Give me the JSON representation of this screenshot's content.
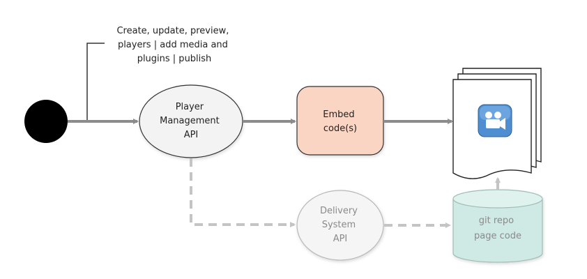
{
  "annotation": {
    "lines": [
      "Create, update, preview,",
      "players | add media and",
      "plugins | publish"
    ]
  },
  "nodes": {
    "player_management_api": {
      "lines": [
        "Player",
        "Management",
        "API"
      ]
    },
    "embed_codes": {
      "lines": [
        "Embed",
        "code(s)"
      ],
      "fill": "#fbd5c3"
    },
    "delivery_system_api": {
      "lines": [
        "Delivery",
        "System",
        "API"
      ]
    },
    "git_repo": {
      "lines": [
        "git repo",
        "page code"
      ],
      "fill": "#cfe9e4"
    },
    "web_pages": {
      "icon": "video-camera-icon",
      "icon_color": "#4f8fd1"
    }
  },
  "colors": {
    "arrow": "#8c8c8c",
    "dashed_arrow": "#c4c4c4",
    "start_node": "#000000"
  }
}
